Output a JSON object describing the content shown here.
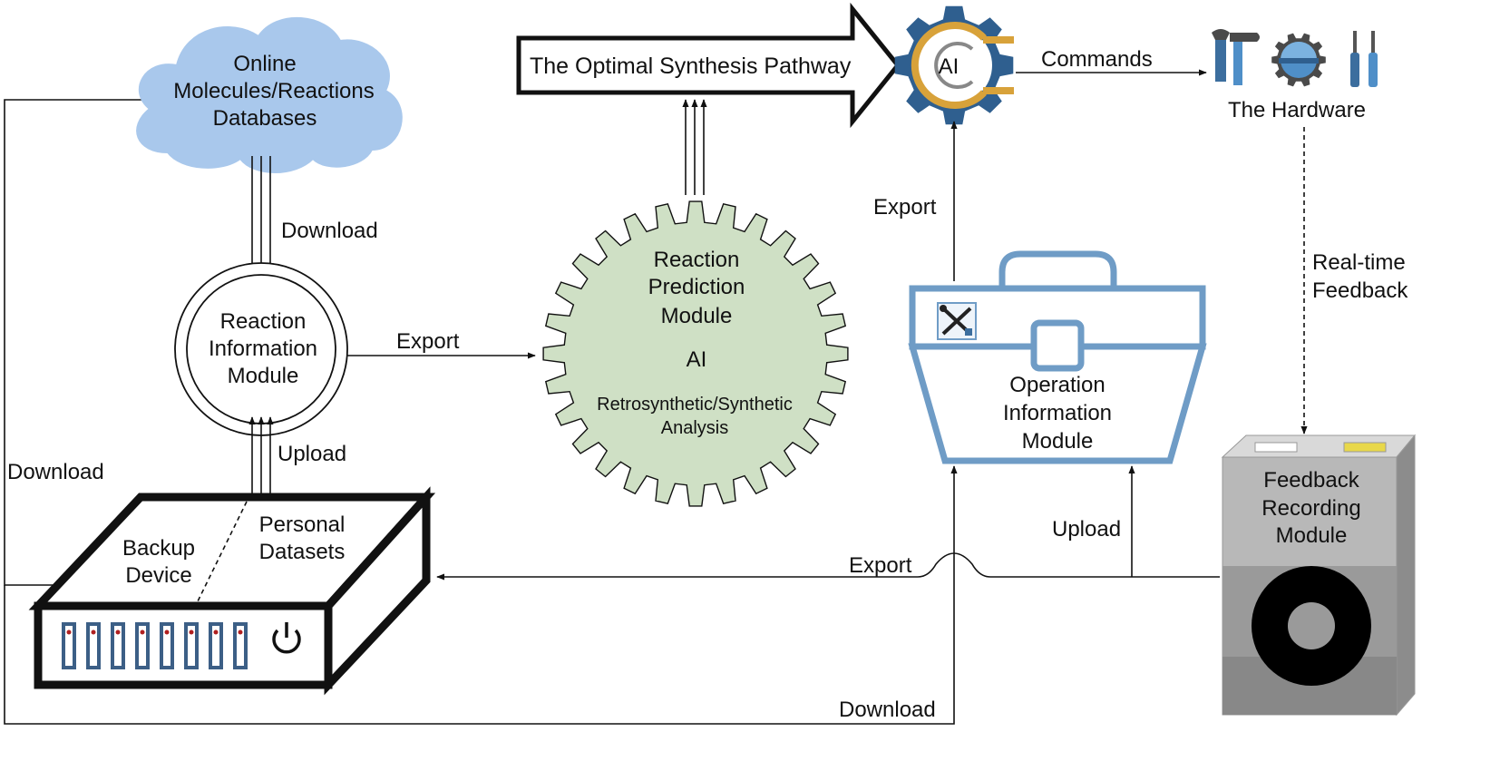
{
  "cloud": {
    "line1": "Online",
    "line2": "Molecules/Reactions",
    "line3": "Databases"
  },
  "reaction_info": {
    "line1": "Reaction",
    "line2": "Information",
    "line3": "Module"
  },
  "reaction_pred": {
    "line1": "Reaction",
    "line2": "Prediction",
    "line3": "Module",
    "ai": "AI",
    "sub1": "Retrosynthetic/Synthetic",
    "sub2": "Analysis"
  },
  "pathway": {
    "label": "The Optimal Synthesis Pathway"
  },
  "ai_gear": {
    "label": "AI"
  },
  "hardware": {
    "label": "The Hardware"
  },
  "operation": {
    "line1": "Operation",
    "line2": "Information",
    "line3": "Module"
  },
  "feedback": {
    "line1": "Feedback",
    "line2": "Recording",
    "line3": "Module"
  },
  "backup": {
    "line1": "Backup",
    "line2": "Device"
  },
  "personal": {
    "line1": "Personal",
    "line2": "Datasets"
  },
  "arrows": {
    "download_cloud": "Download",
    "export_rim": "Export",
    "upload_rim": "Upload",
    "download_left": "Download",
    "commands": "Commands",
    "export_op": "Export",
    "realtime1": "Real-time",
    "realtime2": "Feedback",
    "upload_op": "Upload",
    "export_fb": "Export",
    "download_bottom": "Download"
  },
  "colors": {
    "cloud_fill": "#a9c8ec",
    "gear_fill": "#cfe0c5",
    "toolbox_stroke": "#6f9cc6",
    "ai_gear_fill": "#2f5f8f",
    "ai_ring": "#d8a23a",
    "device_blue": "#3c5f86",
    "feedback_box": "#a5a5a5"
  }
}
